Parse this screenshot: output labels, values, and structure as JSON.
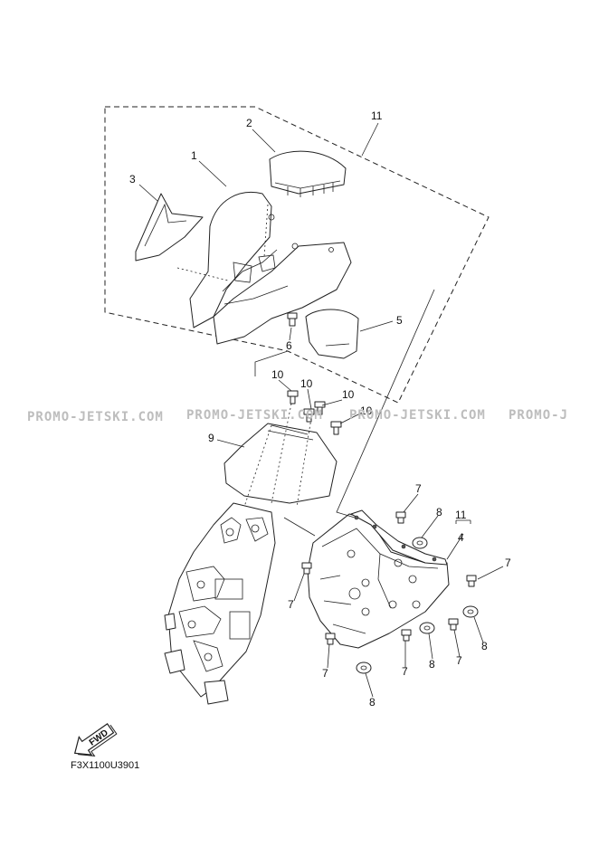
{
  "diagram": {
    "callouts": {
      "c1": "1",
      "c2": "2",
      "c3": "3",
      "c4": "4",
      "c5": "5",
      "c6": "6",
      "c7": "7",
      "c8": "8",
      "c9": "9",
      "c10": "10",
      "c11": "11"
    },
    "watermark": "PROMO-JETSKI.COM",
    "watermark_partial": "PROMO-J",
    "fwd_label": "FWD",
    "drawing_code": "F3X1100U3901"
  }
}
